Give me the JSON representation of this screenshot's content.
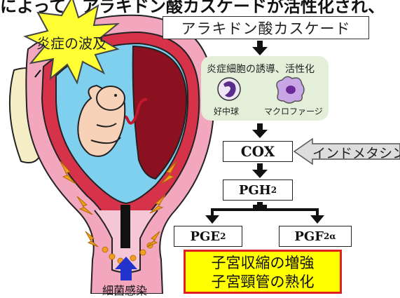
{
  "top_caption": "によって、アラキドン酸カスケードが活性化され、",
  "inflammation_burst": "炎症の波及",
  "infection_label": "細菌感染",
  "cascade": {
    "title": "アラキドン酸カスケード",
    "cell_box": {
      "title": "炎症細胞の誘導、活性化",
      "neutrophil": "好中球",
      "macrophage": "マクロファージ"
    },
    "cox": "COX",
    "inhibitor": "インドメタシン",
    "pgh": {
      "base": "PGH",
      "sub": "2"
    },
    "pge": {
      "base": "PGE",
      "sub": "2"
    },
    "pgf": {
      "base": "PGF",
      "sub": "2α"
    },
    "result_line1": "子宮収縮の増強",
    "result_line2": "子宮頸管の熟化"
  },
  "colors": {
    "uterus_outer": "#f2a7bf",
    "uterus_wall": "#d6324a",
    "amniotic": "#7fd0ef",
    "fetus": "#f7d2b8",
    "placenta": "#8b1020",
    "cell_box_bg": "#e3efd9",
    "neutrophil": "#5b2d8a",
    "macrophage": "#c9a7e6",
    "lightning": "#f0a020",
    "result_bg": "#ffff00",
    "result_border": "#e02020",
    "infection_arrow": "#2233cc"
  }
}
